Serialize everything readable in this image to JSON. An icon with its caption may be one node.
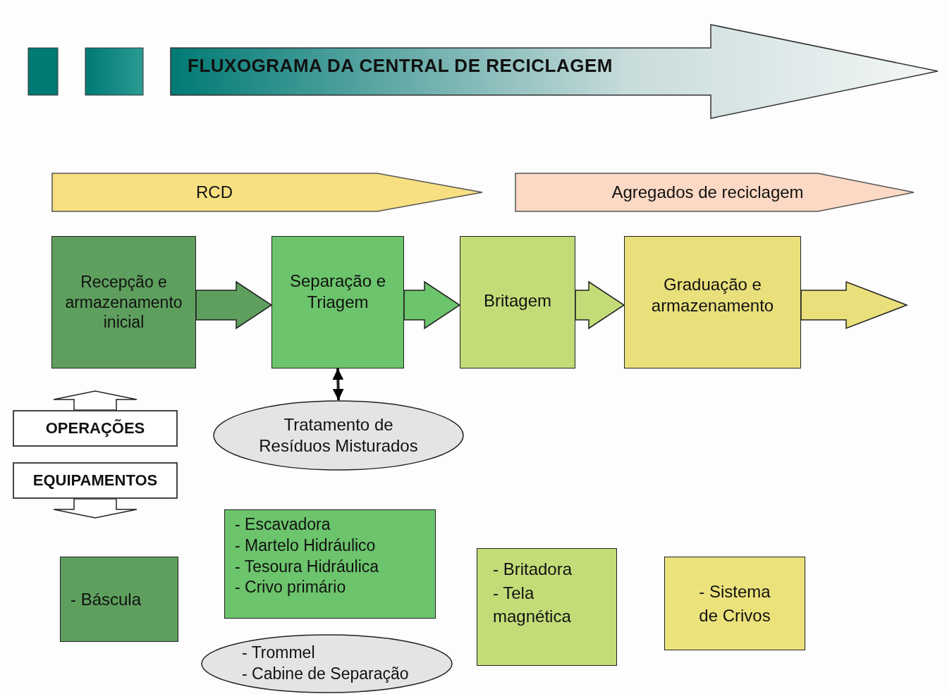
{
  "diagram": {
    "title": "FLUXOGRAMA DA CENTRAL DE RECICLAGEM",
    "nodes": [
      {
        "text": [
          "RCD"
        ]
      },
      {
        "text": [
          "Agregados de reciclagem"
        ]
      },
      {
        "text": [
          "Recepção e armazenamento inicial"
        ]
      },
      {
        "text": [
          "Separação e Triagem"
        ]
      },
      {
        "text": [
          "Britagem"
        ]
      },
      {
        "text": [
          "Graduação e armazenamento"
        ]
      },
      {
        "text": [
          "Tratamento de Resíduos Misturados"
        ]
      },
      {
        "text": [
          "OPERAÇÕES"
        ]
      },
      {
        "text": [
          "EQUIPAMENTOS"
        ]
      },
      {
        "text": [
          "- Báscula"
        ]
      },
      {
        "text": [
          "- Escavadora",
          "- Martelo Hidráulico",
          "- Tesoura Hidráulica",
          "- Crivo primário"
        ]
      },
      {
        "text": [
          "- Trommel",
          "- Cabine de Separação"
        ]
      },
      {
        "text": [
          "- Britadora",
          "- Tela magnética"
        ]
      },
      {
        "text": [
          "- Sistema de Crivos"
        ]
      }
    ],
    "edges": [
      {
        "from": 2,
        "to": 3,
        "arrow": "to",
        "style": "thick"
      },
      {
        "from": 3,
        "to": 4,
        "arrow": "to",
        "style": "thick"
      },
      {
        "from": 4,
        "to": 5,
        "arrow": "to",
        "style": "thick"
      },
      {
        "from": 5,
        "to": null,
        "arrow": "to",
        "style": "thick"
      },
      {
        "from": 3,
        "to": 6,
        "arrow": "both"
      },
      {
        "from": 7,
        "to": null,
        "arrow": "to",
        "style": "thick"
      },
      {
        "from": 8,
        "to": null,
        "arrow": "to",
        "style": "thick"
      }
    ]
  }
}
